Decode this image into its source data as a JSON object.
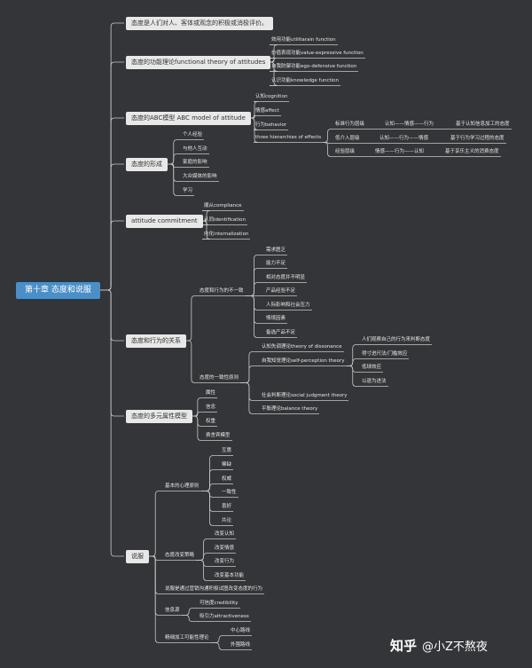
{
  "root": "第十章 态度和说服",
  "n": {
    "def": "态度是人们对人、客体或观念的积极或消极评价。",
    "func": "态度的功能理论functional theory of attitudes",
    "f1": "效用功能utilitarain function",
    "f2": "价值表现功能value-expressive function",
    "f3": "自我防御功能ego-defensive function",
    "f4": "认识功能knowledge function",
    "abc": "态度的ABC模型 ABC model of attitude",
    "a1": "认知cognition",
    "a2": "情感affect",
    "a3": "行为behavior",
    "a4": "three hierarchies of effects",
    "h1": "标准行为层级",
    "h1s": "认知——情感——行为",
    "h1d": "基于认知信息加工的态度",
    "h2": "低介入层级",
    "h2s": "认知——行为——情感",
    "h2d": "基于行为学习过程的态度",
    "h3": "经验层级",
    "h3s": "情感——行为——认知",
    "h3d": "基于享乐主义的消费态度",
    "form": "态度的形成",
    "fm1": "个人经验",
    "fm2": "与他人互动",
    "fm3": "家庭的影响",
    "fm4": "大众媒体的影响",
    "fm5": "学习",
    "commit": "attitude commitment",
    "c1": "顺从compliance",
    "c2": "认同identification",
    "c3": "内化internalization",
    "rel": "态度和行为的关系",
    "inc": "态度和行为的不一致",
    "i1": "需求匮乏",
    "i2": "能力不足",
    "i3": "相对态度并不明显",
    "i4": "产品经验不足",
    "i5": "人际影响和社会压力",
    "i6": "情境因素",
    "i7": "备选产品不足",
    "con": "态度的一致性原则",
    "co1": "认知失调理论theory of dissonance",
    "co2": "自我知觉理论self-perception theory",
    "sp1": "人们观察自己的行为来判断态度",
    "sp2": "得寸进尺法/门槛效应",
    "sp3": "低球效应",
    "sp4": "以退为进法",
    "co3": "社会判断理论social judgment theory",
    "co4": "平衡理论balance theory",
    "multi": "态度的多元属性模型",
    "m1": "属性",
    "m2": "信念",
    "m3": "权重",
    "m4": "费舍宾模型",
    "per": "说服",
    "bp": "基本的心理原则",
    "b1": "互惠",
    "b2": "稀缺",
    "b3": "权威",
    "b4": "一致性",
    "b5": "喜好",
    "b6": "共论",
    "cs": "态度改变策略",
    "s1": "改变认知",
    "s2": "改变情感",
    "s3": "改变行为",
    "s4": "改变基本功能",
    "pm": "说服是通过营销沟通积极试图改变态度的行为",
    "src": "信息源",
    "sr1": "可信度credibility",
    "sr2": "吸引力attractiveness",
    "elm": "精细加工可能性理论",
    "e1": "中心路线",
    "e2": "外围路线"
  },
  "watermark": {
    "logo": "知乎",
    "handle": "@小Z不熬夜"
  },
  "colors": {
    "background": "#333538",
    "root": "#4a8fc7",
    "branch": "#e8e8e8",
    "line": "#c8c8c8"
  }
}
